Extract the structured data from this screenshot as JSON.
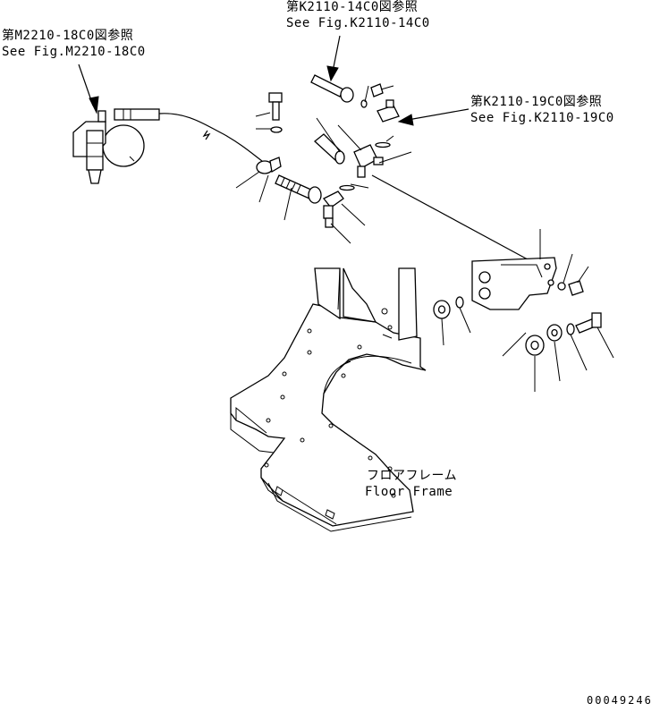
{
  "refs": {
    "m2210_jp": "第M2210-18C0図参照",
    "m2210_en": "See Fig.M2210-18C0",
    "k2110_14_jp": "第K2110-14C0図参照",
    "k2110_14_en": "See Fig.K2110-14C0",
    "k2110_19_jp": "第K2110-19C0図参照",
    "k2110_19_en": "See Fig.K2110-19C0"
  },
  "floor_frame": {
    "jp": "フロアフレーム",
    "en": "Floor Frame"
  },
  "drawing_number": "00049246"
}
